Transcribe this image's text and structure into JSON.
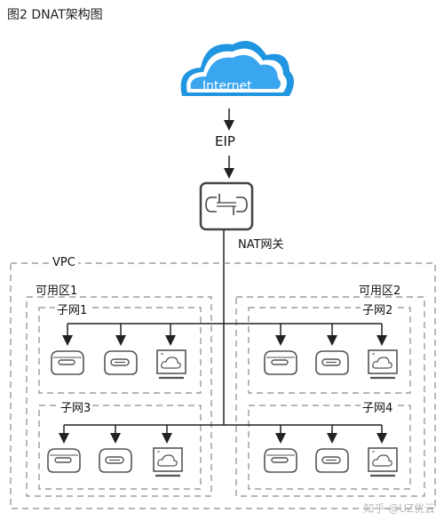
{
  "caption": "图2 DNAT架构图",
  "internet": {
    "label": "Internet"
  },
  "eip": {
    "label": "EIP"
  },
  "nat_gateway": {
    "label": "NAT网关"
  },
  "vpc": {
    "label": "VPC"
  },
  "zones": [
    {
      "label": "可用区1",
      "subnets": [
        {
          "label": "子网1"
        },
        {
          "label": "子网3"
        }
      ]
    },
    {
      "label": "可用区2",
      "subnets": [
        {
          "label": "子网2"
        },
        {
          "label": "子网4"
        }
      ]
    }
  ],
  "colors": {
    "cloud": "#2196e0",
    "cloud_inner": "#3aa6f0",
    "line": "#222222",
    "dash": "#8a8a8a",
    "icon": "#555555"
  },
  "watermark": "知乎 @UZ优云"
}
